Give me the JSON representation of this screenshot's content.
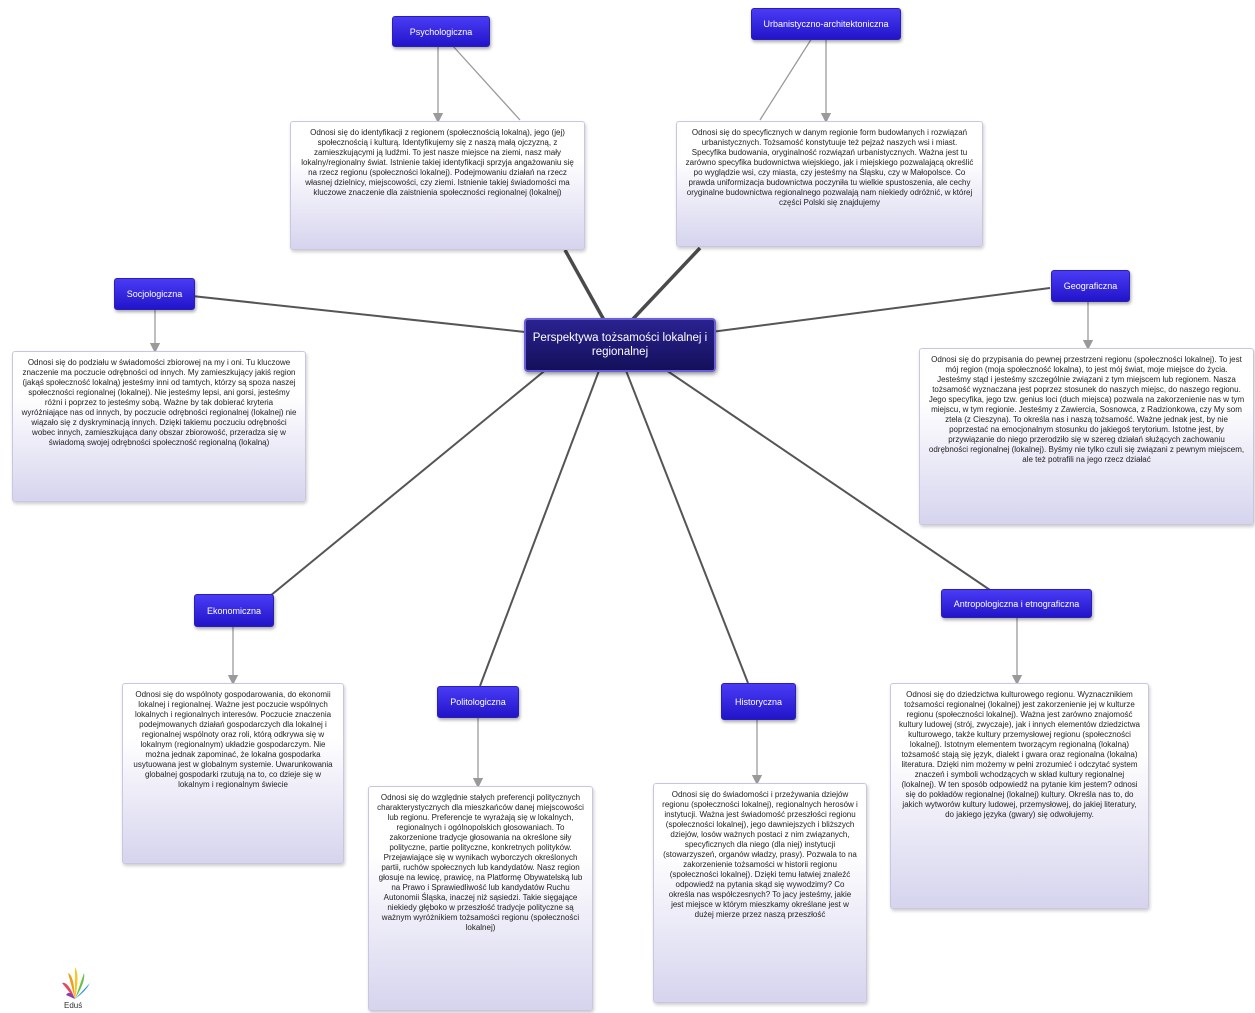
{
  "center": "Perspektywa tożsamości lokalnej i regionalnej",
  "nodes": {
    "psychologiczna": "Psychologiczna",
    "urbanistyczna": "Urbanistyczno-architektoniczna",
    "socjologiczna": "Socjologiczna",
    "geograficzna": "Geograficzna",
    "ekonomiczna": "Ekonomiczna",
    "antropologiczna": "Antropologiczna i etnograficzna",
    "politologiczna": "Politologiczna",
    "historyczna": "Historyczna"
  },
  "texts": {
    "psychologiczna": "Odnosi się do identyfikacji z regionem (społecznością lokalną), jego (jej) społecznością i kulturą. Identyfikujemy się z naszą małą ojczyzną, z zamieszkującymi ją ludźmi. To jest nasze miejsce na ziemi, nasz mały lokalny/regionalny świat. Istnienie takiej identyfikacji sprzyja angażowaniu się na rzecz regionu (społeczności lokalnej). Podejmowaniu działań na rzecz własnej dzielnicy, miejscowości, czy ziemi. Istnienie takiej świadomości ma kluczowe znaczenie dla zaistnienia społeczności regionalnej (lokalnej)",
    "urbanistyczna": "Odnosi się do specyficznych w danym regionie form budowlanych i rozwiązań urbanistycznych. Tożsamość konstytuuje też pejzaż naszych wsi i miast. Specyfika budowania, oryginalność rozwiązań urbanistycznych. Ważna jest tu zarówno specyfika budownictwa wiejskiego, jak i miejskiego pozwalającą określić po wyglądzie wsi, czy miasta, czy jesteśmy na Śląsku, czy w Małopolsce. Co prawda uniformizacja budownictwa poczyniła tu wielkie spustoszenia, ale cechy oryginalne budownictwa regionalnego pozwalają nam niekiedy odróżnić, w której części Polski się znajdujemy",
    "socjologiczna": "Odnosi się do podziału w świadomości zbiorowej na my i oni. Tu kluczowe znaczenie ma poczucie odrębności od innych. My zamieszkujący jakiś region (jakąś społeczność lokalną) jesteśmy inni od tamtych, którzy są spoza naszej społeczności regionalnej (lokalnej). Nie jesteśmy lepsi, ani gorsi, jesteśmy różni i poprzez to jesteśmy sobą. Ważne by tak dobierać kryteria wyróżniające nas od innych, by poczucie odrębności regionalnej (lokalnej) nie wiązało się z dyskryminacją innych. Dzięki takiemu poczuciu odrębności wobec innych, zamieszkująca dany obszar zbiorowość, przeradza się w świadomą swojej odrębności społeczność regionalną (lokalną)",
    "geograficzna": "Odnosi się do przypisania do pewnej przestrzeni regionu (społeczności lokalnej). To jest mój region (moja społeczność lokalna), to jest mój świat, moje miejsce do życia. Jesteśmy stąd i jesteśmy szczególnie związani z tym miejscem lub regionem. Nasza tożsamość wyznaczana jest poprzez stosunek do naszych miejsc, do naszego regionu. Jego specyfika, jego tzw. genius loci (duch miejsca) pozwala na zakorzenienie nas w tym miejscu, w tym regionie. Jesteśmy z Zawiercia, Sosnowca, z Radzionkowa, czy My som ztela (z Cieszyna). To określa nas i naszą tożsamość. Ważne jednak jest, by nie poprzestać na emocjonalnym stosunku do jakiegoś terytorium. Istotne jest, by przywiązanie do niego przerodziło się w szereg działań służących zachowaniu odrębności regionalnej (lokalnej). Byśmy nie tylko czuli się związani z pewnym miejscem, ale też potrafili na jego rzecz działać",
    "ekonomiczna": "Odnosi się do wspólnoty gospodarowania, do ekonomii lokalnej i regionalnej. Ważne jest poczucie wspólnych lokalnych i regionalnych interesów. Poczucie znaczenia podejmowanych działań gospodarczych dla lokalnej i regionalnej wspólnoty oraz roli, którą odkrywa się w lokalnym (regionalnym) układzie gospodarczym. Nie można jednak zapominać, że lokalna gospodarka usytuowana jest w globalnym systemie. Uwarunkowania globalnej gospodarki rzutują na to, co dzieje się w lokalnym i regionalnym świecie",
    "antropologiczna": "Odnosi się do dziedzictwa kulturowego regionu. Wyznacznikiem tożsamości regionalnej (lokalnej) jest zakorzenienie jej w kulturze regionu (społeczności lokalnej). Ważna jest zarówno znajomość kultury ludowej (strój, zwyczaje), jak i innych elementów dziedzictwa kulturowego, także kultury przemysłowej regionu (społeczności lokalnej). Istotnym elementem tworzącym regionalną (lokalną) tożsamość stają się język, dialekt i gwara oraz regionalna (lokalna) literatura. Dzięki nim możemy w pełni zrozumieć i odczytać system znaczeń i symboli wchodzących w skład kultury regionalnej (lokalnej). W ten sposób odpowiedź na pytanie kim jestem? odnosi się do pokładów regionalnej (lokalnej) kultury. Określa nas to, do jakich wytworów kultury ludowej, przemysłowej, do jakiej literatury, do jakiego języka (gwary) się odwołujemy.",
    "politologiczna": "Odnosi się do względnie stałych preferencji politycznych charakterystycznych dla mieszkańców danej miejscowości lub regionu. Preferencje te wyrażają się w lokalnych, regionalnych i ogólnopolskich głosowaniach. To zakorzenione tradycje głosowania na określone siły polityczne, partie polityczne, konkretnych polityków. Przejawiające się w wynikach wyborczych określonych partii, ruchów społecznych lub kandydatów. Nasz region głosuje na lewicę, prawicę, na Platformę Obywatelską lub na Prawo i Sprawiedliwość lub kandydatów Ruchu Autonomii Śląska, inaczej niż sąsiedzi. Takie sięgające niekiedy głęboko w przeszłość tradycje polityczne są ważnym wyróżnikiem tożsamości regionu (społeczności lokalnej)",
    "historyczna": "Odnosi się do świadomości i przeżywania dziejów regionu (społeczności lokalnej), regionalnych herosów i instytucji. Ważna jest świadomość przeszłości regionu (społeczności lokalnej), jego dawniejszych i bliższych dziejów, losów ważnych postaci z nim związanych, specyficznych dla niego (dla niej) instytucji (stowarzyszeń, organów władzy, prasy). Pozwala to na zakorzenienie tożsamości w historii regionu (społeczności lokalnej). Dzięki temu łatwiej znaleźć odpowiedź na pytania skąd się wywodzimy? Co określa nas współczesnych? To jacy jesteśmy, jakie jest miejsce w którym mieszkamy określane jest w dużej mierze przez naszą przeszłość"
  },
  "logo": {
    "text": "Eduś"
  }
}
